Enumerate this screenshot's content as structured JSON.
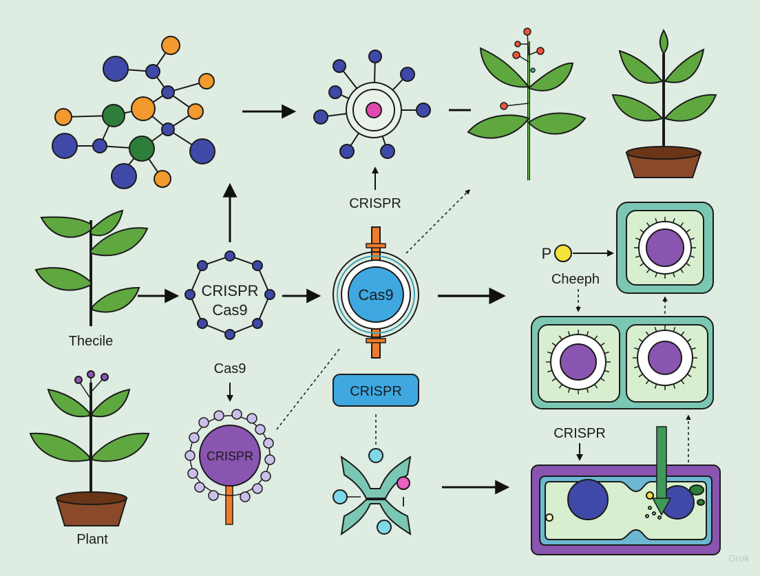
{
  "palette": {
    "background": "#dfece2",
    "molecule_blue": "#3f49a8",
    "molecule_orange": "#f29a2e",
    "molecule_green": "#2f7d3a",
    "leaf_green": "#5fa840",
    "pot_brown": "#8a4a2a",
    "cas9_blue": "#3fa8e0",
    "crispr_purple": "#8a55b0",
    "cell_teal": "#7cc7b4",
    "accent_pink": "#e04ab0",
    "accent_yellow": "#f5e23a"
  },
  "labels": {
    "crispr_top": "CRISPR",
    "crispr_cas9_line1": "CRISPR",
    "crispr_cas9_line2": "Cas9",
    "cas9_center": "Cas9",
    "thecile": "Thecile",
    "cas9_small": "Cas9",
    "crispr_circle": "CRISPR",
    "crispr_box": "CRISPR",
    "plant": "Plant",
    "p_label": "P",
    "cheeph": "Cheeph",
    "crispr_right": "CRISPR",
    "i_label": "I",
    "watermark": "Grok"
  }
}
